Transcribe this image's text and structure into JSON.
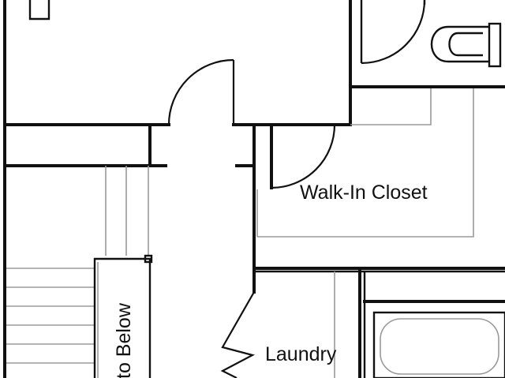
{
  "rooms": {
    "walk_in_closet": "Walk-In Closet",
    "laundry": "Laundry"
  },
  "stairs": {
    "label": "to Below"
  },
  "colors": {
    "wall": "#111111",
    "fixture_outline": "#9a9a9a",
    "background": "#ffffff"
  }
}
